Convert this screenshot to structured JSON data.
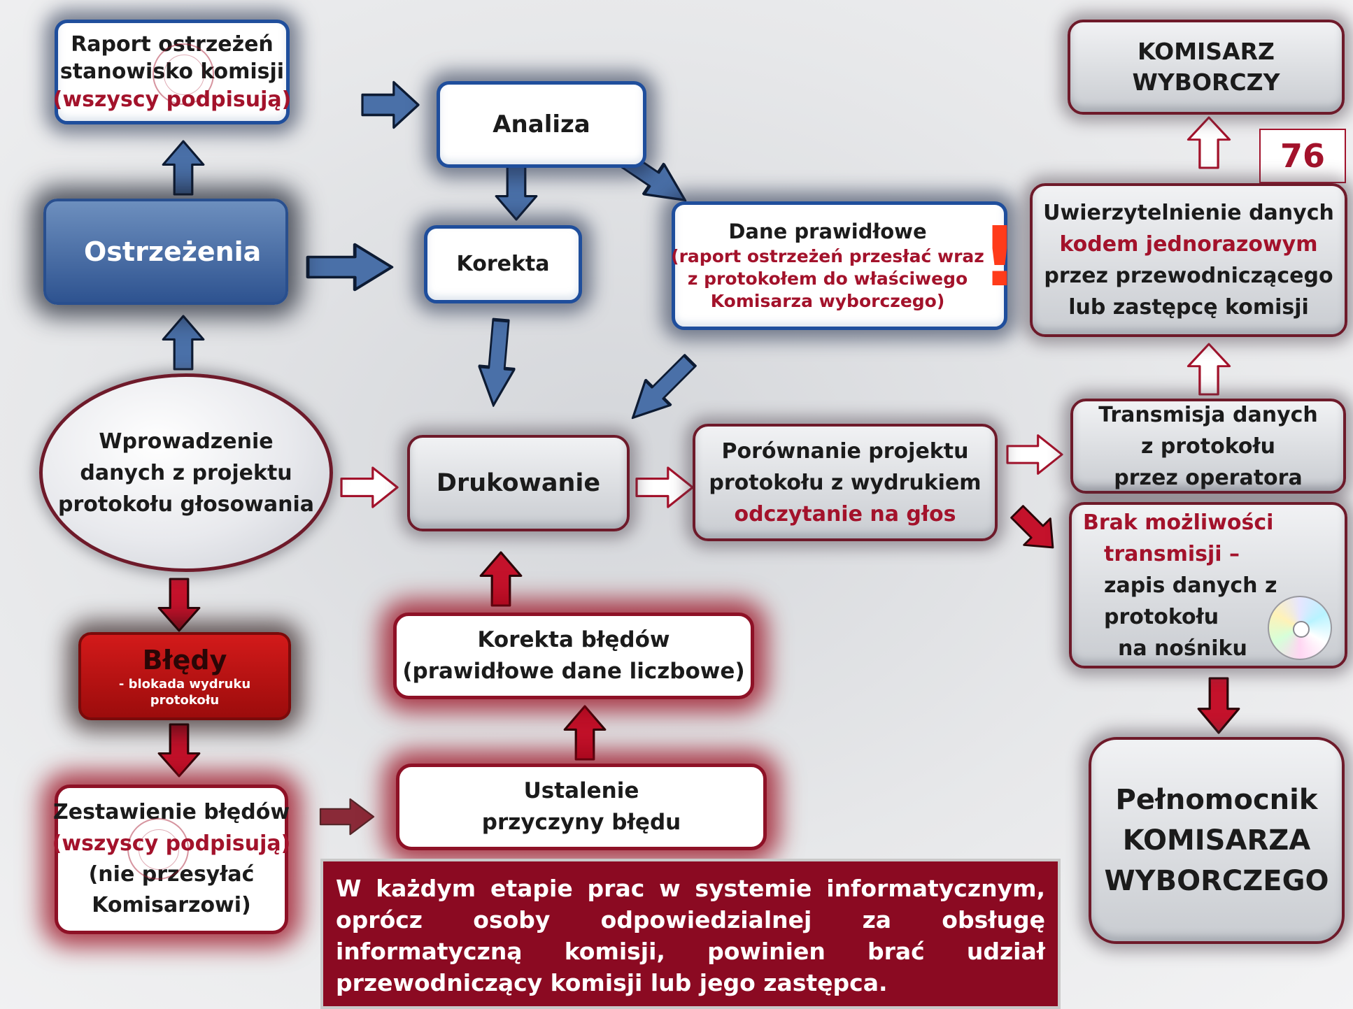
{
  "page_number": "76",
  "boxes": {
    "raport": {
      "lines": [
        "Raport ostrzeżeń",
        "stanowisko komisji"
      ],
      "red": "(wszyscy podpisują)"
    },
    "analiza": {
      "label": "Analiza"
    },
    "ostrzezenia": {
      "label": "Ostrzeżenia"
    },
    "korekta": {
      "label": "Korekta"
    },
    "dane_prawidlowe": {
      "title": "Dane prawidłowe",
      "red_lines": [
        "(raport ostrzeżeń przesłać wraz",
        "z  protokołem do  właściwego",
        "Komisarza wyborczego)"
      ]
    },
    "komisarz": {
      "lines": [
        "KOMISARZ",
        "WYBORCZY"
      ]
    },
    "uwierzytelnienie": {
      "line1": "Uwierzytelnienie danych",
      "red": "kodem jednorazowym",
      "line3": "przez przewodniczącego",
      "line4": "lub zastępcę komisji"
    },
    "wprowadzenie": {
      "lines": [
        "Wprowadzenie",
        "danych z projektu",
        "protokołu głosowania"
      ]
    },
    "drukowanie": {
      "label": "Drukowanie"
    },
    "porownanie": {
      "line1": "Porównanie projektu",
      "line2": "protokołu z wydrukiem",
      "red": "odczytanie na głos"
    },
    "transmisja": {
      "lines": [
        "Transmisja danych",
        "z protokołu",
        "przez operatora"
      ]
    },
    "brak": {
      "red1": "Brak możliwości",
      "red2": "transmisji –",
      "lines": [
        "zapis  danych z",
        "protokołu",
        "na nośniku"
      ]
    },
    "bledy": {
      "title": "Błędy",
      "sub1": "- blokada wydruku",
      "sub2": "protokołu"
    },
    "korekta_bledow": {
      "lines": [
        "Korekta błędów",
        "(prawidłowe dane liczbowe)"
      ]
    },
    "ustalenie": {
      "lines": [
        "Ustalenie",
        "przyczyny błędu"
      ]
    },
    "zestawienie": {
      "line1": "Zestawienie błędów",
      "red": "(wszyscy podpisują)",
      "line3": "(nie przesyłać",
      "line4": "Komisarzowi)"
    },
    "pelnomocnik": {
      "lines": [
        "Pełnomocnik",
        "KOMISARZA",
        "WYBORCZEGO"
      ]
    }
  },
  "note": "W każdym etapie prac w systemie informatycznym, oprócz osoby odpowiedzialnej za obsługę informatyczną komisji, powinien brać udział przewodniczący komisji lub jego zastępca.",
  "symbols": {
    "warning": "!"
  },
  "colors": {
    "navy": "#1f4e9c",
    "arrow_blue": "#4a70a8",
    "arrow_red": "#c4122b",
    "dark_red": "#8b0a22",
    "accent_red": "#a3122b",
    "warning_orange": "#ff3b1a"
  }
}
